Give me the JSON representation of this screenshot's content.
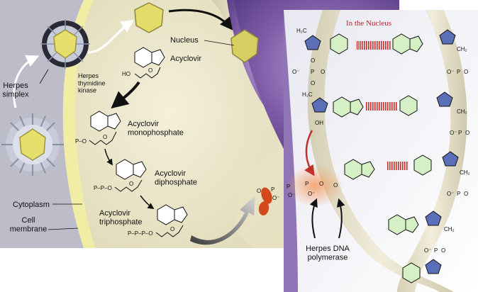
{
  "left_panel": {
    "herpes_simplex": "Herpes\nsimplex",
    "nucleus": "Nucleus",
    "acyclovir": "Acyclovir",
    "herpes_thymidine_kinase": "Herpes\nthymidine\nkinase",
    "acyclovir_monophosphate": "Acyclovir\nmonophosphate",
    "acyclovir_diphosphate": "Acyclovir\ndiphosphate",
    "acyclovir_triphosphate": "Acyclovir\ntriphosphate",
    "cytoplasm": "Cytoplasm",
    "cell_membrane": "Cell\nmembrane",
    "chem_ho": "HO",
    "chem_o": "O",
    "chem_p_mono": "P–O",
    "chem_p_di": "P–P–O",
    "chem_p_tri": "P–P–P–O"
  },
  "right_panel": {
    "title": "In the Nucleus",
    "herpes_dna_polymerase": "Herpes DNA\npolymerase",
    "h2c": "H₂C",
    "ch2": "CH₂",
    "oh": "OH",
    "o": "O",
    "p": "P",
    "o_minus": "O⁻",
    "o_eq": "O"
  },
  "colors": {
    "cytoplasm": "#e9e4c8",
    "nucleus_purple": "#7e5fa7",
    "membrane": "#f4f0a8",
    "background_gray": "#b8b9c6",
    "dna_ring": "#d4f0c4",
    "pentagon": "#5a6fb8",
    "red_arrow": "#c0312b",
    "red_title": "#c0222a"
  }
}
